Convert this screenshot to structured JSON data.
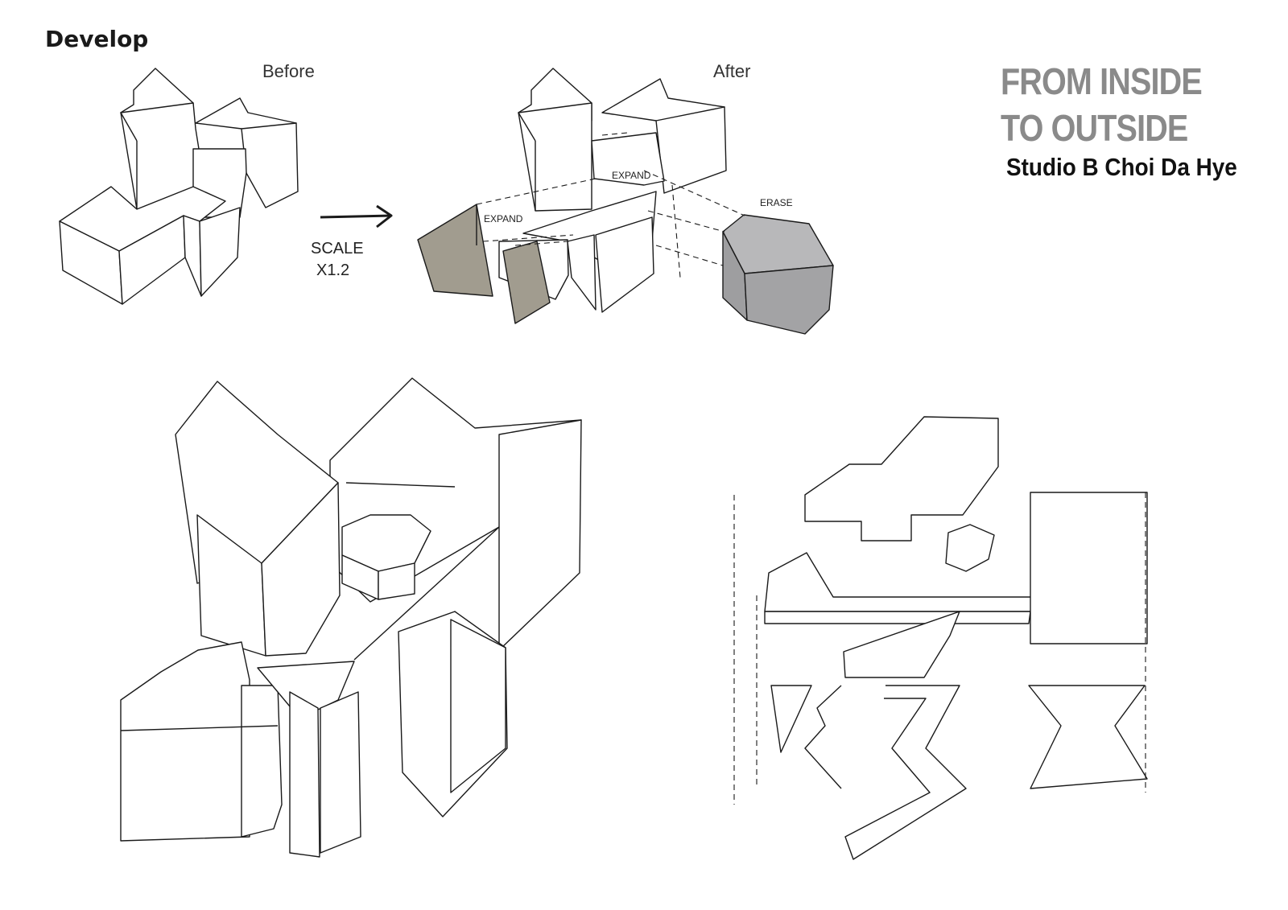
{
  "sheet": {
    "heading": "Develop",
    "label_before": "Before",
    "label_after": "After",
    "title_line1": "FROM INSIDE",
    "title_line2": "TO OUTSIDE",
    "credit": "Studio B  Choi Da Hye",
    "title_color": "#8a8a8a"
  },
  "transform": {
    "scale_label": "SCALE",
    "scale_value": "X1.2",
    "expand_label_left": "EXPAND",
    "expand_label_right": "EXPAND",
    "erase_label": "ERASE",
    "removed_panel_color": "#a19c8f",
    "erased_volume_color": "#a3a3a5"
  }
}
